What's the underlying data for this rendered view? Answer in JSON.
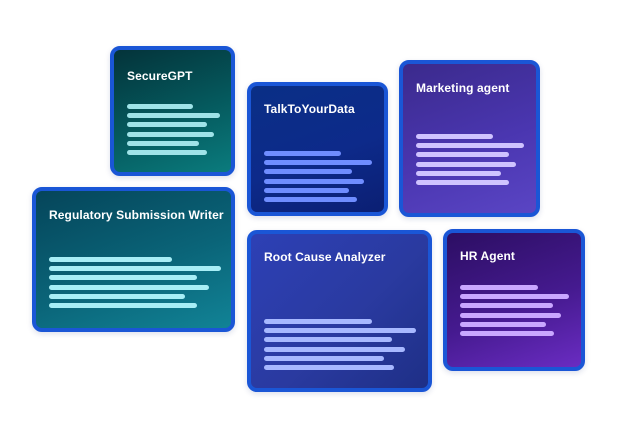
{
  "cards": [
    {
      "id": "securegpt",
      "title": "SecureGPT",
      "line_widths": [
        66,
        93,
        80,
        87,
        72,
        80
      ]
    },
    {
      "id": "talktoyourdata",
      "title": "TalkToYourData",
      "line_widths": [
        77,
        108,
        88,
        100,
        85,
        93
      ]
    },
    {
      "id": "marketing-agent",
      "title": "Marketing agent",
      "line_widths": [
        77,
        108,
        93,
        100,
        85,
        93
      ]
    },
    {
      "id": "regulatory-submission-writer",
      "title": "Regulatory Submission Writer",
      "line_widths": [
        123,
        172,
        148,
        160,
        136,
        148
      ]
    },
    {
      "id": "root-cause-analyzer",
      "title": "Root Cause Analyzer",
      "line_widths": [
        108,
        152,
        128,
        141,
        120,
        130
      ]
    },
    {
      "id": "hr-agent",
      "title": "HR Agent",
      "line_widths": [
        78,
        109,
        93,
        101,
        86,
        94
      ]
    }
  ]
}
